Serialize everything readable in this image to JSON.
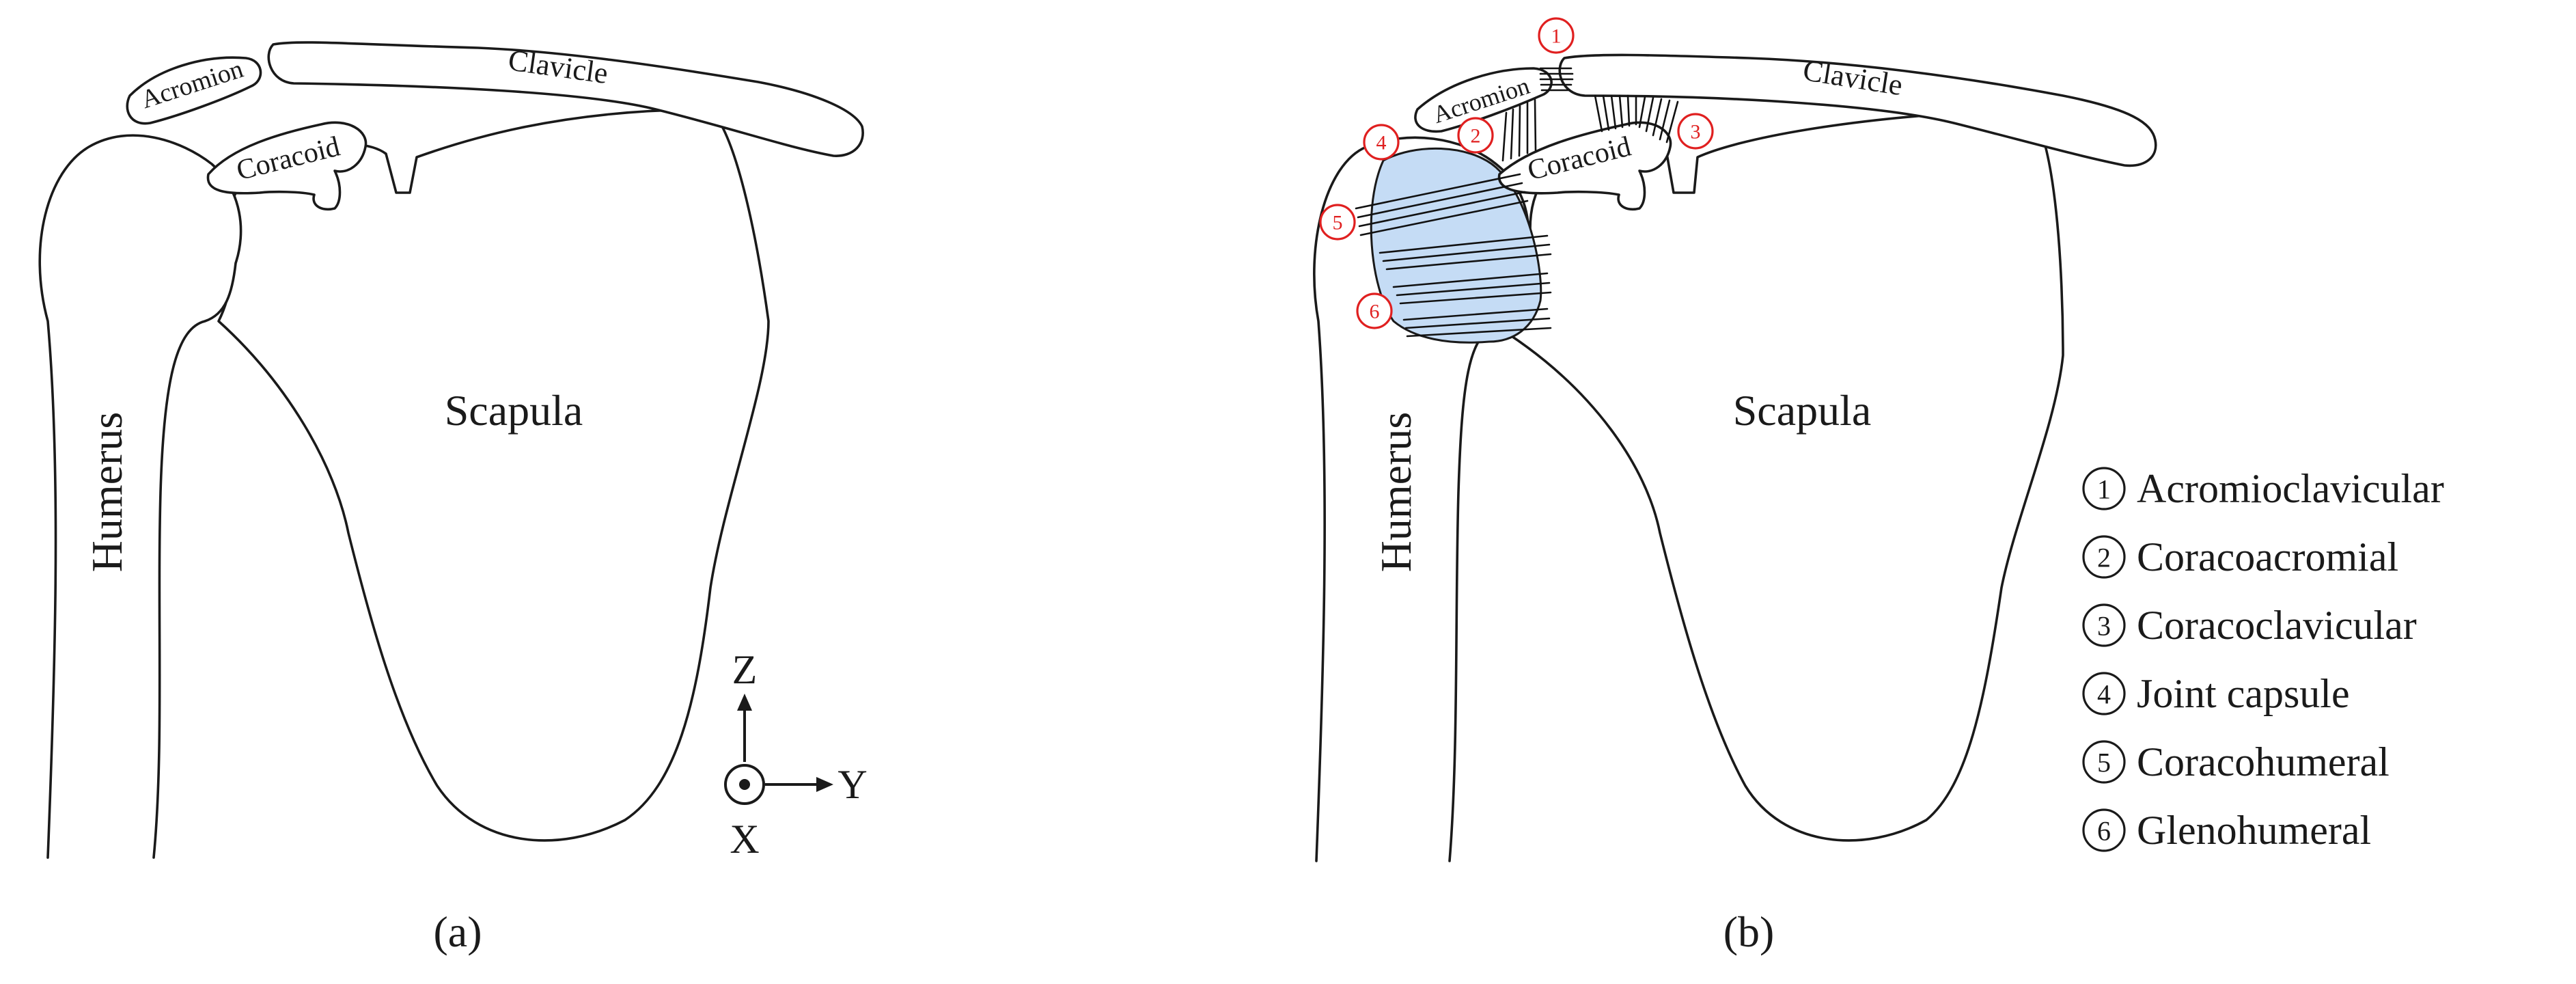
{
  "panel_a": {
    "caption": "(a)",
    "labels": {
      "acromion": "Acromion",
      "clavicle": "Clavicle",
      "coracoid": "Coracoid",
      "humerus": "Humerus",
      "scapula": "Scapula"
    },
    "axes": {
      "z": "Z",
      "y": "Y",
      "x": "X"
    }
  },
  "panel_b": {
    "caption": "(b)",
    "labels": {
      "acromion": "Acromion",
      "clavicle": "Clavicle",
      "coracoid": "Coracoid",
      "humerus": "Humerus",
      "scapula": "Scapula"
    },
    "markers": [
      "1",
      "2",
      "3",
      "4",
      "5",
      "6"
    ],
    "legend": [
      {
        "num": "1",
        "label": "Acromioclavicular"
      },
      {
        "num": "2",
        "label": "Coracoacromial"
      },
      {
        "num": "3",
        "label": "Coracoclavicular"
      },
      {
        "num": "4",
        "label": "Joint capsule"
      },
      {
        "num": "5",
        "label": "Coracohumeral"
      },
      {
        "num": "6",
        "label": "Glenohumeral"
      }
    ]
  },
  "colors": {
    "capsule_fill": "#c5dcf5",
    "marker_red": "#e02020",
    "line": "#1a1a1a"
  }
}
